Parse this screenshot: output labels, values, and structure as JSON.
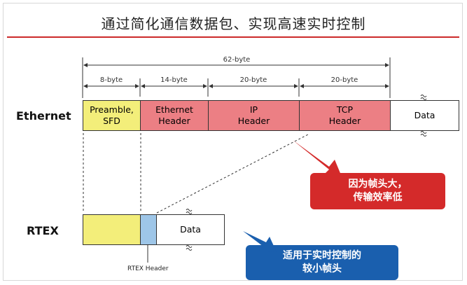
{
  "title": "通过简化通信数据包、实现高速实时控制",
  "ethernet": {
    "label": "Ethernet",
    "total": "62-byte",
    "dims": [
      "8-byte",
      "14-byte",
      "20-byte",
      "20-byte"
    ],
    "segments": [
      {
        "text": "Preamble,\nSFD",
        "color": "#f3ee7a"
      },
      {
        "text": "Ethernet\nHeader",
        "color": "#ec7f84"
      },
      {
        "text": "IP\nHeader",
        "color": "#ec7f84"
      },
      {
        "text": "TCP\nHeader",
        "color": "#ec7f84"
      },
      {
        "text": "Data",
        "color": "#ffffff"
      }
    ]
  },
  "rtex": {
    "label": "RTEX",
    "data": "Data",
    "header_label": "RTEX Header",
    "colors": {
      "preamble": "#f3ee7a",
      "header": "#9ec6e8",
      "data": "#ffffff"
    }
  },
  "callouts": {
    "red": {
      "text": "因为帧头大，\n传输效率低",
      "color": "#d42a2a"
    },
    "blue": {
      "text": "适用于实时控制的\n较小帧头",
      "color": "#1a5fae"
    }
  },
  "colors": {
    "accent_rule": "#cc2a2a",
    "red_arrow": "#d42a2a",
    "blue_arrow": "#1a5fae"
  }
}
